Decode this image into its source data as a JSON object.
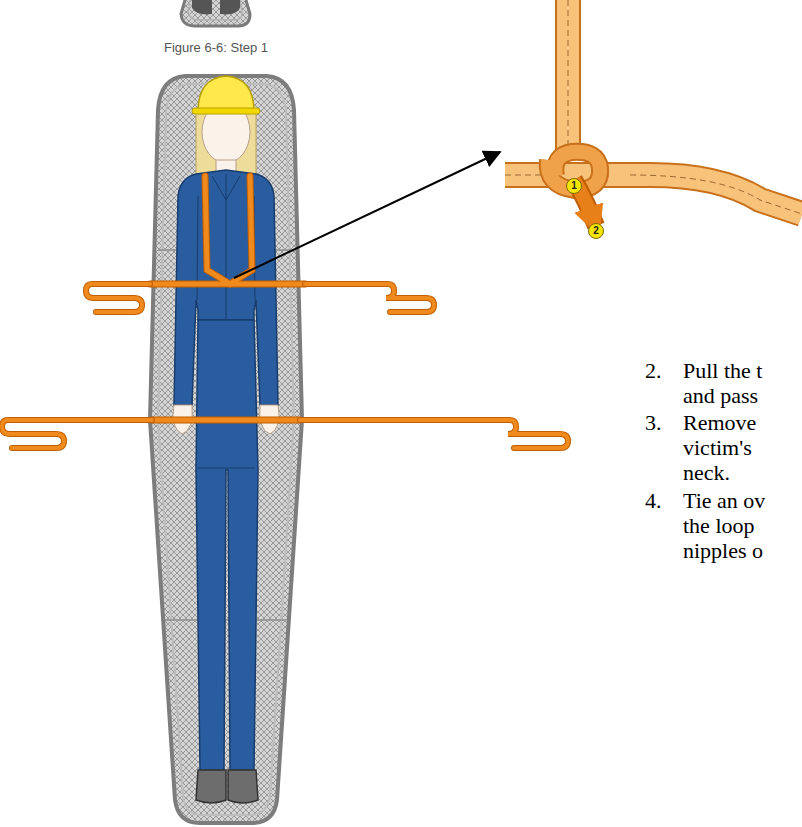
{
  "diagram": {
    "caption": "Figure 6-6: Step 1",
    "nodes": [
      {
        "text": [
          "1"
        ]
      },
      {
        "text": [
          "2"
        ]
      }
    ],
    "labels": [
      "2.",
      "Pull the t and pass",
      "3.",
      "Remove victim's neck.",
      "4.",
      "Tie an ov the loop nipples o"
    ]
  }
}
